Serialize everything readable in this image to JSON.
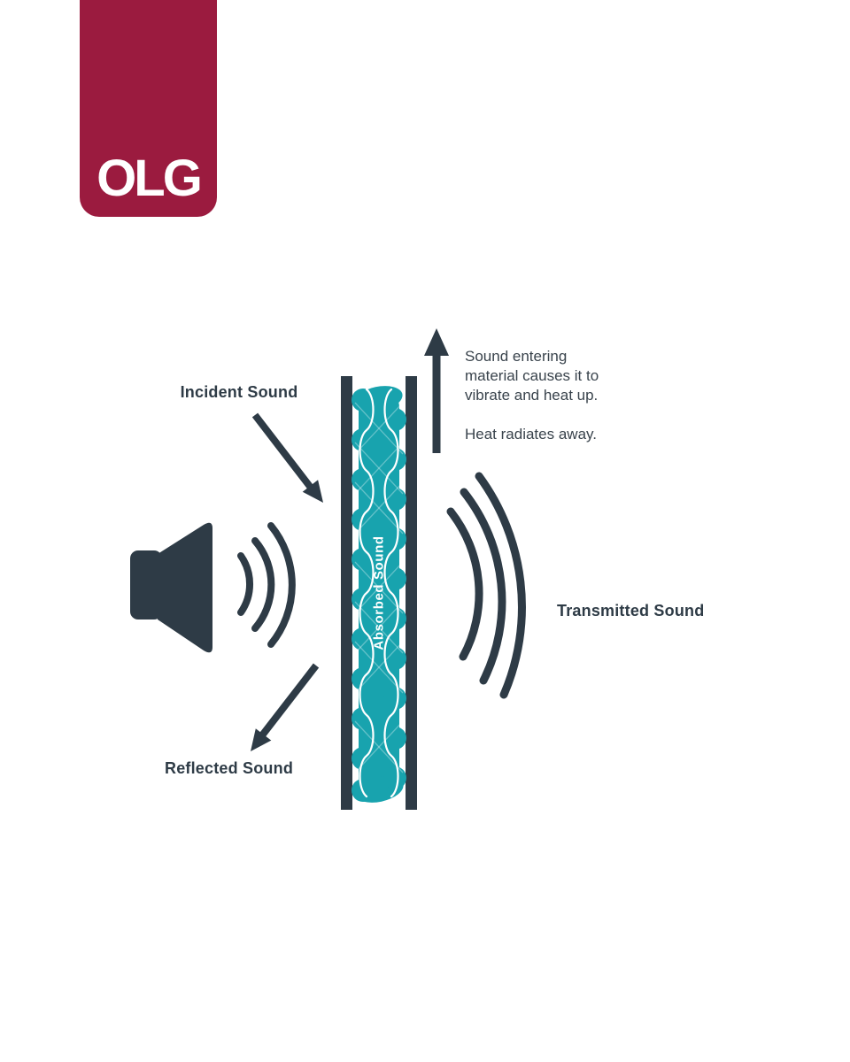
{
  "logo": {
    "text": "OLG",
    "background_color": "#9b1b3f",
    "text_color": "#ffffff"
  },
  "diagram": {
    "labels": {
      "incident": "Incident Sound",
      "transmitted": "Transmitted Sound",
      "reflected": "Reflected Sound",
      "absorbed": "Absorbed Sound"
    },
    "annotation": {
      "para1": "Sound entering material causes it to vibrate and heat up.",
      "para2": "Heat radiates away."
    },
    "colors": {
      "slate": "#2e3b46",
      "teal": "#18a3ae",
      "background": "#ffffff"
    }
  }
}
